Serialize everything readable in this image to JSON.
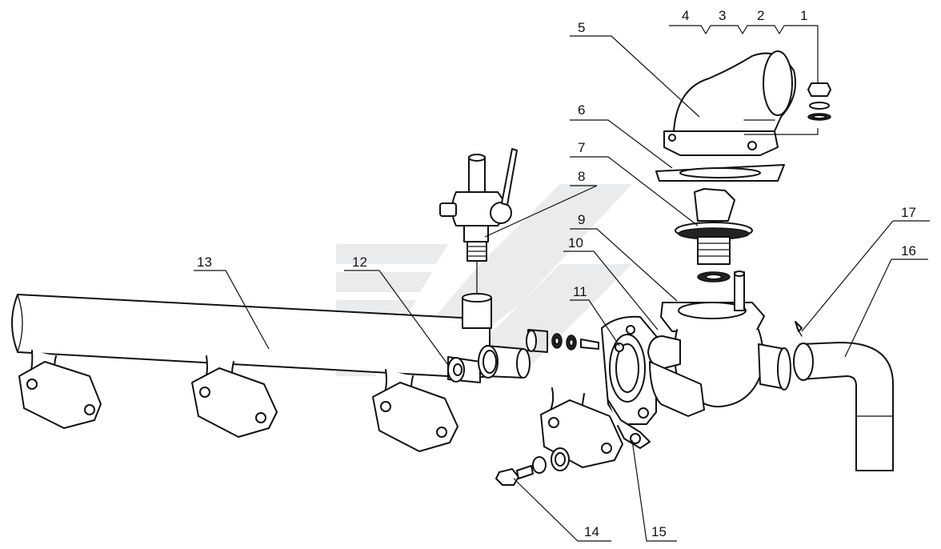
{
  "diagram": {
    "callouts": [
      "1",
      "2",
      "3",
      "4",
      "5",
      "6",
      "7",
      "8",
      "9",
      "10",
      "11",
      "12",
      "13",
      "14",
      "15",
      "16",
      "17"
    ]
  },
  "watermark": {
    "color": "#dfe3e6"
  },
  "colors": {
    "line": "#111111",
    "fill": "#ffffff"
  }
}
